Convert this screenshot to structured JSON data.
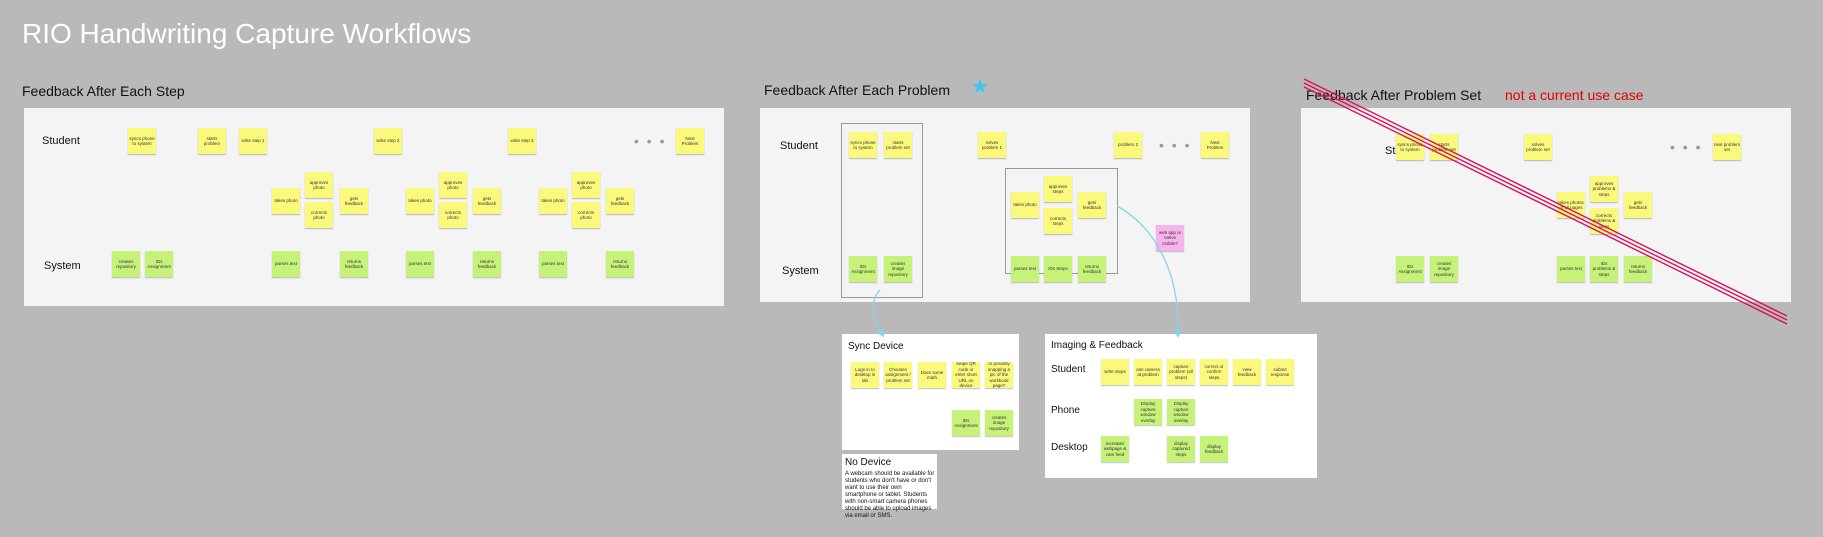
{
  "title": "RIO Handwriting Capture Workflows",
  "frames": {
    "step": {
      "title": "Feedback After Each Step"
    },
    "problem": {
      "title": "Feedback After Each Problem"
    },
    "set": {
      "title": "Feedback After Problem Set",
      "annotation": "not a current use case"
    }
  },
  "lanes": {
    "student": "Student",
    "system": "System",
    "phone": "Phone",
    "desktop": "Desktop"
  },
  "dots": "• • •",
  "notes": {
    "s1": "syncs phone to system",
    "s2": "starts problem",
    "s3": "write step 1",
    "s4": "write step 2",
    "s5": "write step 3",
    "s6": "Next Problem",
    "s7": "takes photo",
    "s8": "approves photo",
    "s9": "corrects photo",
    "s10": "gets feedback",
    "s11": "creates repository",
    "s12": "IDs Assignment",
    "s13": "parses text",
    "s14": "returns feedback",
    "p1": "syncs phone to system",
    "p2": "starts problem set",
    "p3": "solves problem 1",
    "p4": "problem 2",
    "p5": "Next Problem",
    "p6": "takes photo",
    "p7": "approves steps",
    "p8": "corrects steps",
    "p9": "gets feedback",
    "p10": "IDs Assignment",
    "p11": "creates image repository",
    "p12": "parses text",
    "p13": "IDs Steps",
    "p14": "returns feedback",
    "p15": "web app or native mobile?",
    "t1": "syncs phone to system",
    "t2": "starts problem set",
    "t3": "solves problem set",
    "t4": "next problem set",
    "t5": "takes photos of all pages",
    "t6": "approves problems & steps",
    "t7": "corrects problems & steps",
    "t8": "gets feedback",
    "t9": "IDs Assignment",
    "t10": "creates image repository",
    "t11": "parses text",
    "t12": "IDs problems & steps",
    "t13": "returns feedback",
    "d1": "Logs in to desktop in lab",
    "d2": "Chooses assignment / problem set",
    "d3": "Does some math",
    "d4": "swipe QR code or enter short URL on device",
    "d5": "or possibly snapping a pic of the workbook page?",
    "d6": "IDs Assignment",
    "d7": "creates image repository",
    "i1": "write steps",
    "i2": "aim camera at problem",
    "i3": "capture problem (all steps)",
    "i4": "correct or confirm steps",
    "i5": "view feedback",
    "i6": "submit response",
    "i7": "Display capture window overlay",
    "i8": "Display capture window overlay",
    "i9": "recreates webpage & cam feed",
    "i10": "display captured steps",
    "i11": "display feedback"
  },
  "sync": {
    "title": "Sync Device"
  },
  "imaging": {
    "title": "Imaging & Feedback"
  },
  "nodevice": {
    "title": "No Device",
    "text": "A webcam should be available for students who don't have or don't want to use their own smartphone or tablet. Students with non-smart camera phones should be able to upload images via email or SMS."
  },
  "colors": {
    "sticky": "#fbf97b",
    "system": "#c7f27a",
    "question": "#f6b3ec",
    "connector": "#7fd6ee",
    "strike": "#d8135c",
    "star": "#3ec5ee"
  }
}
